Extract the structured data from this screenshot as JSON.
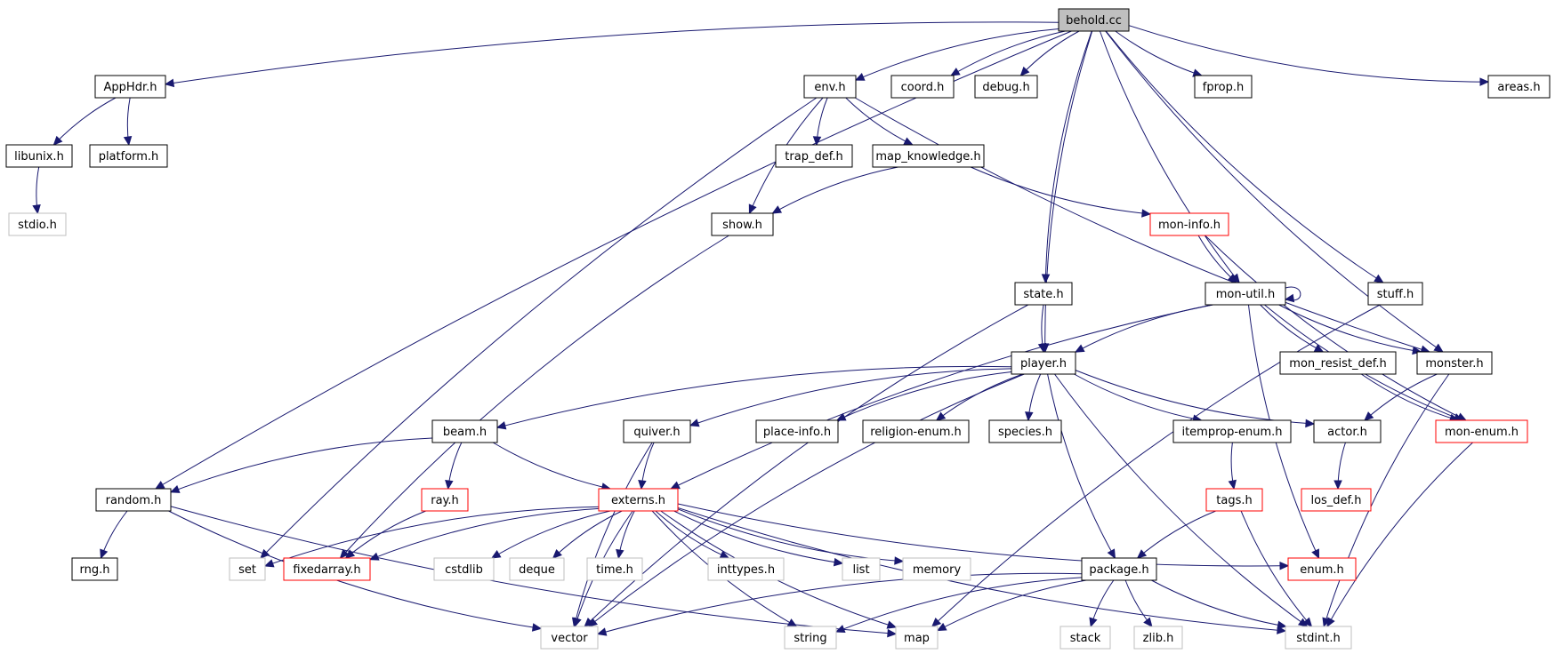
{
  "graph": {
    "title": "",
    "colors": {
      "edge": "#191970",
      "border_documented": "#000000",
      "border_undocumented": "#ff0000",
      "border_external": "#bfbfbf",
      "root_fill": "#bfbfbf",
      "node_fill": "#ffffff",
      "text": "#000000"
    },
    "nodes": [
      {
        "id": "behold",
        "label": "behold.cc",
        "kind": "root"
      },
      {
        "id": "apphdr",
        "label": "AppHdr.h",
        "kind": "doc"
      },
      {
        "id": "env",
        "label": "env.h",
        "kind": "doc"
      },
      {
        "id": "coord",
        "label": "coord.h",
        "kind": "doc"
      },
      {
        "id": "debug",
        "label": "debug.h",
        "kind": "doc"
      },
      {
        "id": "fprop",
        "label": "fprop.h",
        "kind": "doc"
      },
      {
        "id": "areas",
        "label": "areas.h",
        "kind": "doc"
      },
      {
        "id": "libunix",
        "label": "libunix.h",
        "kind": "doc"
      },
      {
        "id": "platform",
        "label": "platform.h",
        "kind": "doc"
      },
      {
        "id": "stdio",
        "label": "stdio.h",
        "kind": "ext"
      },
      {
        "id": "trap_def",
        "label": "trap_def.h",
        "kind": "doc"
      },
      {
        "id": "map_knowledge",
        "label": "map_knowledge.h",
        "kind": "doc"
      },
      {
        "id": "show",
        "label": "show.h",
        "kind": "doc"
      },
      {
        "id": "mon_info",
        "label": "mon-info.h",
        "kind": "red"
      },
      {
        "id": "state",
        "label": "state.h",
        "kind": "doc"
      },
      {
        "id": "mon_util",
        "label": "mon-util.h",
        "kind": "doc"
      },
      {
        "id": "stuff",
        "label": "stuff.h",
        "kind": "doc"
      },
      {
        "id": "player",
        "label": "player.h",
        "kind": "doc"
      },
      {
        "id": "mon_resist_def",
        "label": "mon_resist_def.h",
        "kind": "doc"
      },
      {
        "id": "monster",
        "label": "monster.h",
        "kind": "doc"
      },
      {
        "id": "beam",
        "label": "beam.h",
        "kind": "doc"
      },
      {
        "id": "quiver",
        "label": "quiver.h",
        "kind": "doc"
      },
      {
        "id": "place_info",
        "label": "place-info.h",
        "kind": "doc"
      },
      {
        "id": "religion_enum",
        "label": "religion-enum.h",
        "kind": "doc"
      },
      {
        "id": "species",
        "label": "species.h",
        "kind": "doc"
      },
      {
        "id": "itemprop_enum",
        "label": "itemprop-enum.h",
        "kind": "doc"
      },
      {
        "id": "actor",
        "label": "actor.h",
        "kind": "doc"
      },
      {
        "id": "mon_enum",
        "label": "mon-enum.h",
        "kind": "red"
      },
      {
        "id": "random",
        "label": "random.h",
        "kind": "doc"
      },
      {
        "id": "ray",
        "label": "ray.h",
        "kind": "red"
      },
      {
        "id": "externs",
        "label": "externs.h",
        "kind": "red"
      },
      {
        "id": "tags",
        "label": "tags.h",
        "kind": "red"
      },
      {
        "id": "los_def",
        "label": "los_def.h",
        "kind": "red"
      },
      {
        "id": "rng",
        "label": "rng.h",
        "kind": "doc"
      },
      {
        "id": "set",
        "label": "set",
        "kind": "ext"
      },
      {
        "id": "fixedarray",
        "label": "fixedarray.h",
        "kind": "red"
      },
      {
        "id": "cstdlib",
        "label": "cstdlib",
        "kind": "ext"
      },
      {
        "id": "deque",
        "label": "deque",
        "kind": "ext"
      },
      {
        "id": "time",
        "label": "time.h",
        "kind": "ext"
      },
      {
        "id": "inttypes",
        "label": "inttypes.h",
        "kind": "ext"
      },
      {
        "id": "list",
        "label": "list",
        "kind": "ext"
      },
      {
        "id": "memory",
        "label": "memory",
        "kind": "ext"
      },
      {
        "id": "package",
        "label": "package.h",
        "kind": "doc"
      },
      {
        "id": "enum",
        "label": "enum.h",
        "kind": "red"
      },
      {
        "id": "vector",
        "label": "vector",
        "kind": "ext"
      },
      {
        "id": "string",
        "label": "string",
        "kind": "ext"
      },
      {
        "id": "map",
        "label": "map",
        "kind": "ext"
      },
      {
        "id": "stack",
        "label": "stack",
        "kind": "ext"
      },
      {
        "id": "zlib",
        "label": "zlib.h",
        "kind": "ext"
      },
      {
        "id": "stdint",
        "label": "stdint.h",
        "kind": "ext"
      }
    ],
    "edges": [
      [
        "behold",
        "apphdr"
      ],
      [
        "behold",
        "env"
      ],
      [
        "behold",
        "coord"
      ],
      [
        "behold",
        "debug"
      ],
      [
        "behold",
        "fprop"
      ],
      [
        "behold",
        "areas"
      ],
      [
        "behold",
        "random"
      ],
      [
        "behold",
        "state"
      ],
      [
        "behold",
        "player"
      ],
      [
        "behold",
        "mon_util"
      ],
      [
        "behold",
        "stuff"
      ],
      [
        "behold",
        "monster"
      ],
      [
        "apphdr",
        "libunix"
      ],
      [
        "apphdr",
        "platform"
      ],
      [
        "libunix",
        "stdio"
      ],
      [
        "env",
        "trap_def"
      ],
      [
        "env",
        "map_knowledge"
      ],
      [
        "env",
        "show"
      ],
      [
        "env",
        "set"
      ],
      [
        "env",
        "monster"
      ],
      [
        "map_knowledge",
        "show"
      ],
      [
        "map_knowledge",
        "mon_info"
      ],
      [
        "show",
        "fixedarray"
      ],
      [
        "mon_info",
        "mon_util"
      ],
      [
        "mon_info",
        "mon_enum"
      ],
      [
        "state",
        "player"
      ],
      [
        "state",
        "vector"
      ],
      [
        "mon_util",
        "mon_util"
      ],
      [
        "mon_util",
        "player"
      ],
      [
        "mon_util",
        "externs"
      ],
      [
        "mon_util",
        "mon_resist_def"
      ],
      [
        "mon_util",
        "monster"
      ],
      [
        "mon_util",
        "mon_enum"
      ],
      [
        "mon_util",
        "enum"
      ],
      [
        "stuff",
        "map"
      ],
      [
        "monster",
        "actor"
      ],
      [
        "monster",
        "stdint"
      ],
      [
        "mon_resist_def",
        "mon_enum"
      ],
      [
        "player",
        "beam"
      ],
      [
        "player",
        "quiver"
      ],
      [
        "player",
        "place_info"
      ],
      [
        "player",
        "religion_enum"
      ],
      [
        "player",
        "species"
      ],
      [
        "player",
        "itemprop_enum"
      ],
      [
        "player",
        "actor"
      ],
      [
        "player",
        "package"
      ],
      [
        "player",
        "stdint"
      ],
      [
        "player",
        "vector"
      ],
      [
        "beam",
        "random"
      ],
      [
        "beam",
        "ray"
      ],
      [
        "beam",
        "externs"
      ],
      [
        "quiver",
        "externs"
      ],
      [
        "quiver",
        "vector"
      ],
      [
        "itemprop_enum",
        "tags"
      ],
      [
        "actor",
        "los_def"
      ],
      [
        "mon_enum",
        "stdint"
      ],
      [
        "random",
        "rng"
      ],
      [
        "random",
        "vector"
      ],
      [
        "random",
        "map"
      ],
      [
        "ray",
        "fixedarray"
      ],
      [
        "externs",
        "set"
      ],
      [
        "externs",
        "fixedarray"
      ],
      [
        "externs",
        "cstdlib"
      ],
      [
        "externs",
        "deque"
      ],
      [
        "externs",
        "time"
      ],
      [
        "externs",
        "inttypes"
      ],
      [
        "externs",
        "list"
      ],
      [
        "externs",
        "memory"
      ],
      [
        "externs",
        "map"
      ],
      [
        "externs",
        "string"
      ],
      [
        "externs",
        "vector"
      ],
      [
        "externs",
        "enum"
      ],
      [
        "externs",
        "stdint"
      ],
      [
        "tags",
        "package"
      ],
      [
        "tags",
        "stdint"
      ],
      [
        "package",
        "vector"
      ],
      [
        "package",
        "string"
      ],
      [
        "package",
        "map"
      ],
      [
        "package",
        "stack"
      ],
      [
        "package",
        "zlib"
      ],
      [
        "package",
        "stdint"
      ]
    ]
  }
}
